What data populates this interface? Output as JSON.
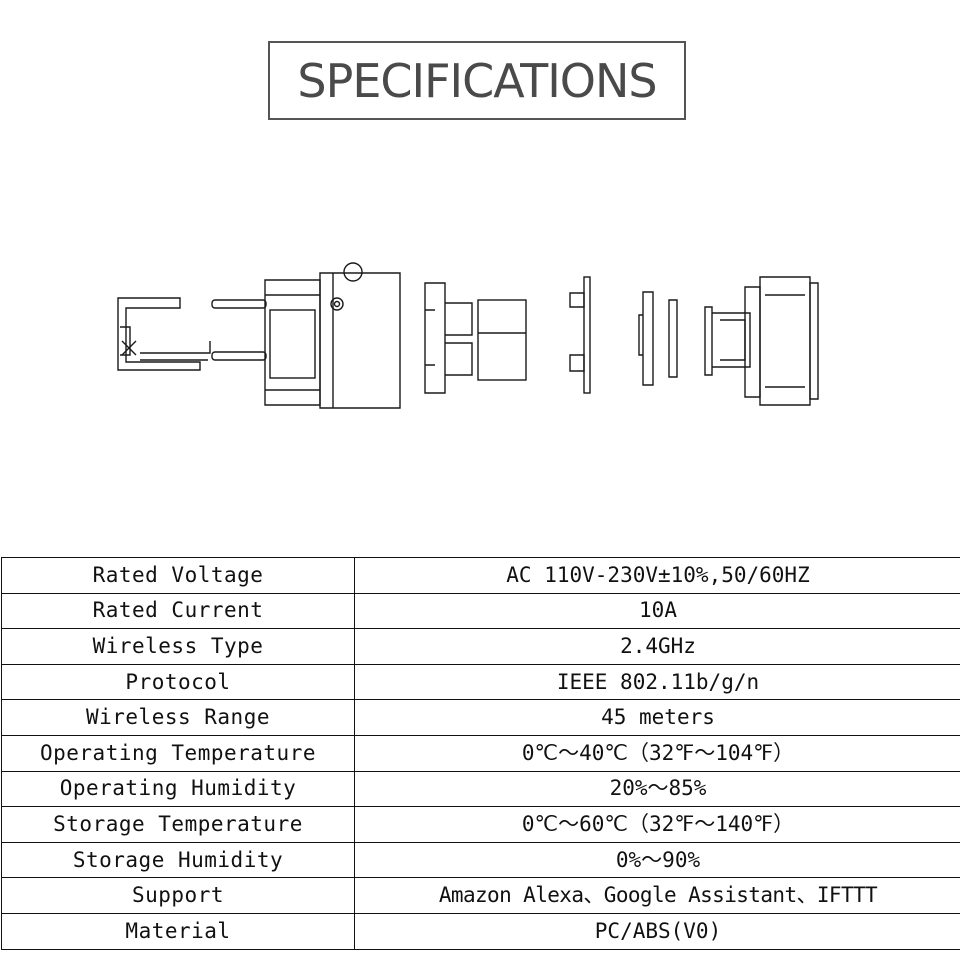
{
  "header": {
    "title": "SPECIFICATIONS"
  },
  "diagram": {
    "icon": "exploded-smart-plug-diagram",
    "line_color": "#1a1a1a"
  },
  "specs": {
    "rows": [
      {
        "label": "Rated Voltage",
        "value": "AC 110V-230V±10%,50/60HZ"
      },
      {
        "label": "Rated Current",
        "value": "10A"
      },
      {
        "label": "Wireless Type",
        "value": "2.4GHz"
      },
      {
        "label": "Protocol",
        "value": "IEEE 802.11b/g/n"
      },
      {
        "label": "Wireless Range",
        "value": "45 meters"
      },
      {
        "label": "Operating Temperature",
        "value": "0℃～40℃（32℉～104℉）"
      },
      {
        "label": "Operating Humidity",
        "value": "20%～85%"
      },
      {
        "label": "Storage Temperature",
        "value": "0℃～60℃（32℉～140℉）"
      },
      {
        "label": "Storage Humidity",
        "value": "0%～90%"
      },
      {
        "label": "Support",
        "value": "Amazon Alexa、Google Assistant、IFTTT"
      },
      {
        "label": "Material",
        "value": "PC/ABS(V0)"
      }
    ]
  }
}
